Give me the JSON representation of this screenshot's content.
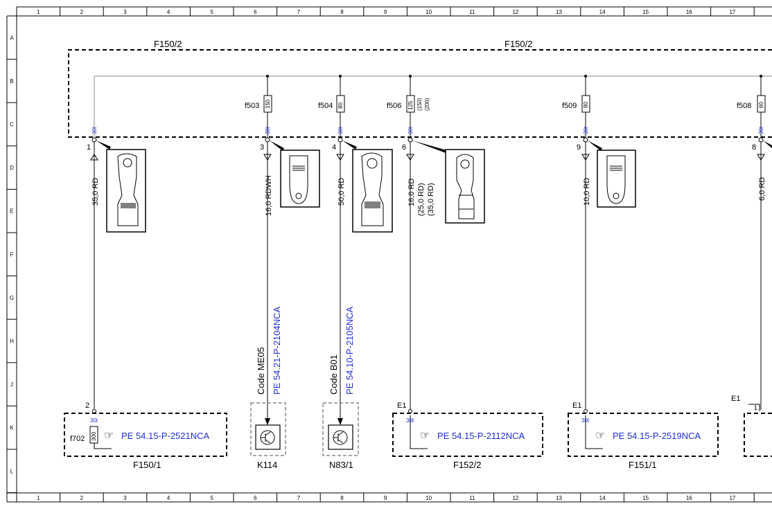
{
  "grid": {
    "columns": [
      "1",
      "2",
      "3",
      "4",
      "5",
      "6",
      "7",
      "8",
      "9",
      "10",
      "11",
      "12",
      "13",
      "14",
      "15",
      "16",
      "17"
    ],
    "rows": [
      "A",
      "B",
      "C",
      "D",
      "E",
      "F",
      "G",
      "H",
      "J",
      "K",
      "L"
    ]
  },
  "colors": {
    "line": "#000000",
    "reference_blue": "#1f2fd6",
    "frame_gray": "#888888"
  },
  "top_box": {
    "label_left": "F150/2",
    "label_right": "F150/2"
  },
  "fuses": [
    {
      "name": "f503",
      "rating": "150",
      "extra": []
    },
    {
      "name": "f504",
      "rating": "80",
      "extra": []
    },
    {
      "name": "f506",
      "rating": "125",
      "extra": [
        "(150)",
        "(200)"
      ]
    },
    {
      "name": "f509",
      "rating": "80",
      "extra": []
    },
    {
      "name": "f508",
      "rating": "60",
      "extra": []
    }
  ],
  "terminals": [
    {
      "pin": "1",
      "tag": "30t",
      "wire": [
        "35,0 RD"
      ]
    },
    {
      "pin": "3",
      "tag": "30t",
      "wire": [
        "16,0 RDWH"
      ]
    },
    {
      "pin": "4",
      "tag": "30t",
      "wire": [
        "50,0 RD"
      ]
    },
    {
      "pin": "6",
      "tag": "30t",
      "wire": [
        "16,0 RD",
        "(25,0 RD)",
        "(35,0 RD)"
      ]
    },
    {
      "pin": "9",
      "tag": "30t",
      "wire": [
        "10,0 RD"
      ]
    },
    {
      "pin": "8",
      "tag": "30t",
      "wire": [
        "6,0 RD"
      ]
    }
  ],
  "bottom_boxes": [
    {
      "pin": "2",
      "tag": "30t",
      "fuse": "f702",
      "fuse_rating": "300",
      "ref": "PE 54.15-P-2521NCA",
      "label": "F150/1"
    },
    {
      "code": "Code ME05",
      "ref": "PE 54.21-P-2104NCA",
      "label": "K114"
    },
    {
      "code": "Code B01",
      "ref": "PE 54.10-P-2105NCA",
      "label": "N83/1"
    },
    {
      "pin": "E1",
      "tag": "30t",
      "ref": "PE 54.15-P-2112NCA",
      "label": "F152/2"
    },
    {
      "pin": "E1",
      "tag": "30t",
      "ref": "PE 54.15-P-2519NCA",
      "label": "F151/1"
    },
    {
      "pin": "E1",
      "pin2": "1"
    }
  ]
}
